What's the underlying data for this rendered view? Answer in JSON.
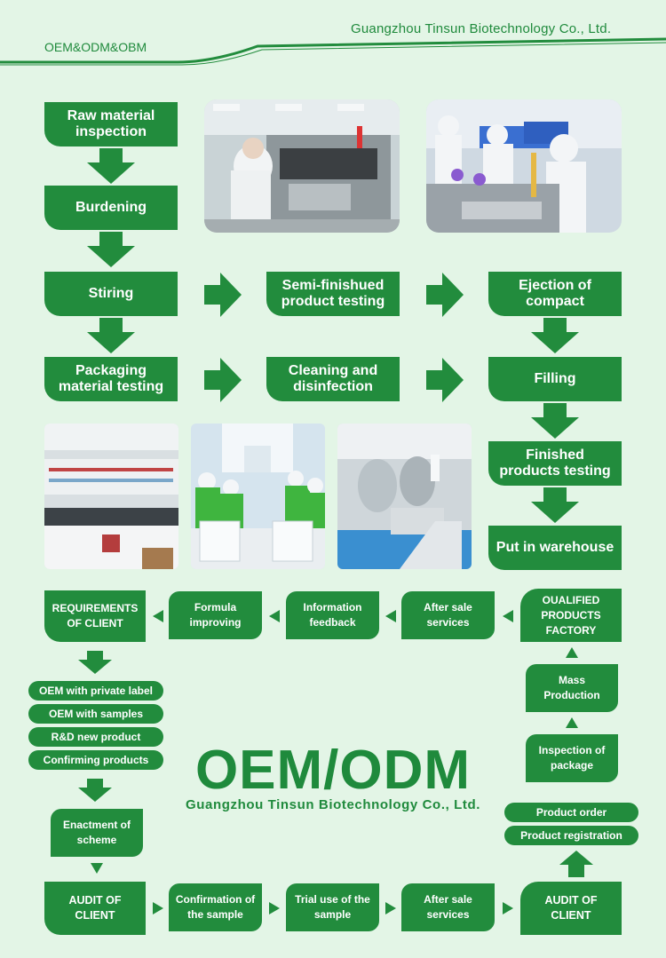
{
  "header": {
    "company": "Guangzhou Tinsun Biotechnology Co., Ltd.",
    "tagline": "OEM&ODM&OBM"
  },
  "process": {
    "raw_material": "Raw material inspection",
    "burdening": "Burdening",
    "stiring": "Stiring",
    "semi_finished": "Semi-finishued product testing",
    "ejection": "Ejection of compact",
    "packaging": "Packaging material testing",
    "cleaning": "Cleaning and disinfection",
    "filling": "Filling",
    "finished": "Finished products testing",
    "warehouse": "Put in warehouse"
  },
  "oem_flow": {
    "requirements": "REQUIREMENTS OF CLIENT",
    "formula": "Formula improving",
    "information": "Information feedback",
    "after_sale_top": "After sale services",
    "qualified": "OUALIFIED PRODUCTS FACTORY",
    "options": [
      "OEM with private label",
      "OEM with samples",
      "R&D new product",
      "Confirming products"
    ],
    "enactment": "Enactment of scheme",
    "audit_left": "AUDIT OF CLIENT",
    "confirmation": "Confirmation of the sample",
    "trial": "Trial use of the sample",
    "after_sale_bottom": "After sale services",
    "audit_right": "AUDIT OF CLIENT",
    "mass": "Mass Production",
    "inspection": "Inspection of package",
    "product_order": "Product order",
    "product_registration": "Product registration"
  },
  "center": {
    "title": "OEM/ODM",
    "subtitle": "Guangzhou Tinsun Biotechnology Co., Ltd."
  },
  "colors": {
    "green": "#228c3d",
    "background": "#e3f5e6"
  }
}
